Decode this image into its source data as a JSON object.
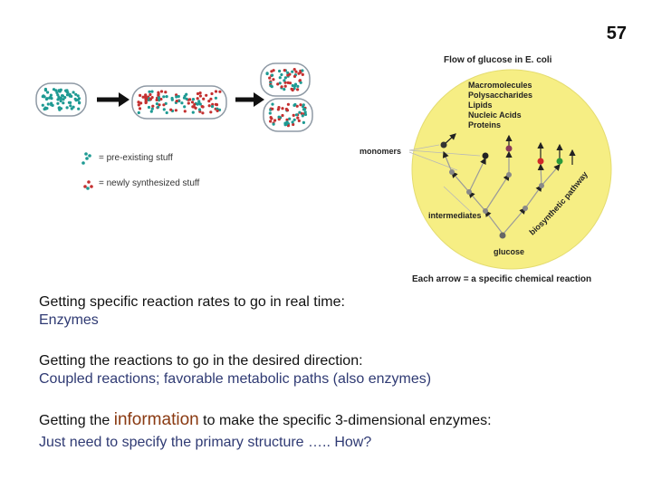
{
  "slide_number": "57",
  "diagram": {
    "title": "Flow of glucose in E. coli",
    "macromolecules": [
      "Macromolecules",
      "Polysaccharides",
      "Lipids",
      "Nucleic Acids",
      "Proteins"
    ],
    "label_monomers": "monomers",
    "label_intermediates": "intermediates",
    "label_glucose": "glucose",
    "label_pathway": "biosynthetic pathway",
    "caption": "Each arrow = a specific chemical reaction",
    "legend_preexisting": "= pre-existing stuff",
    "legend_new": "= newly synthesized stuff",
    "colors": {
      "circle": "#f6ee84",
      "teal": "#1e9a93",
      "red": "#c43030",
      "cell_border": "#8f9aa5",
      "arrow": "#222222"
    }
  },
  "points": [
    {
      "heading": "Getting specific reaction rates to go in real time:",
      "answer": "Enzymes"
    },
    {
      "heading": "Getting the reactions to go in the desired direction:",
      "answer": "Coupled reactions; favorable metabolic paths (also enzymes)"
    }
  ],
  "point3": {
    "prefix": "Getting the ",
    "emphasis": "information",
    "suffix": " to make the specific 3-dimensional enzymes:",
    "answer": "Just need to specify the primary structure ….. How?"
  }
}
